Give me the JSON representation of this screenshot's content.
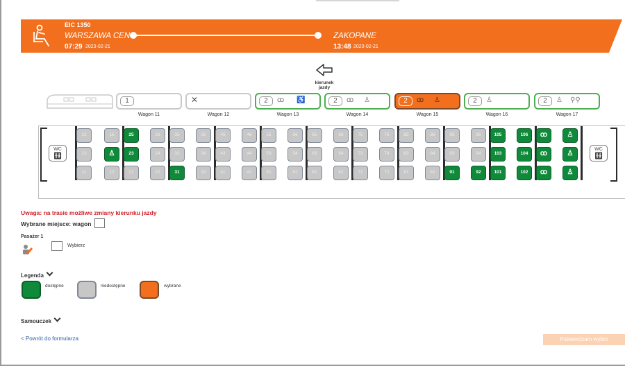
{
  "header": {
    "train_number": "EIC 1350",
    "from_station": "WARSZAWA CEN",
    "to_station": "ZAKOPANE",
    "departure_time": "07:29",
    "departure_date": "2023-02-21",
    "arrival_time": "13:48",
    "arrival_date": "2023-02-21"
  },
  "direction_label_1": "kierunek",
  "direction_label_2": "jazdy",
  "wagons": [
    {
      "label": "Wagon 11",
      "class": "1"
    },
    {
      "label": "Wagon 12",
      "class": ""
    },
    {
      "label": "Wagon 13",
      "class": "2"
    },
    {
      "label": "Wagon 14",
      "class": "2"
    },
    {
      "label": "Wagon 15",
      "class": "2"
    },
    {
      "label": "Wagon 16",
      "class": "2"
    },
    {
      "label": "Wagon 17",
      "class": "2"
    }
  ],
  "wc_label": "WC",
  "seats": {
    "row_top": [
      "15",
      "16",
      "25",
      "26",
      "35",
      "36",
      "45",
      "46",
      "55",
      "56",
      "65",
      "66",
      "75",
      "76",
      "85",
      "86",
      "95",
      "96",
      "105",
      "106"
    ],
    "row_mid": [
      "13",
      "",
      "23",
      "24",
      "33",
      "34",
      "43",
      "44",
      "53",
      "54",
      "63",
      "64",
      "73",
      "74",
      "83",
      "84",
      "93",
      "94",
      "103",
      "104"
    ],
    "row_bot": [
      "11",
      "12",
      "21",
      "22",
      "31",
      "32",
      "41",
      "42",
      "51",
      "52",
      "61",
      "62",
      "71",
      "72",
      "81",
      "82",
      "91",
      "92",
      "101",
      "102"
    ]
  },
  "warning": "Uwaga: na trasie możliwe zmiany kierunku jazdy",
  "chosen_seat_label": "Wybrane miejsce: wagon",
  "passenger_label": "Pasażer 1",
  "pick_label": "Wybierz",
  "legend": {
    "title": "Legenda",
    "available": "dostępne",
    "unavailable": "niedostępne",
    "selected": "wybrane"
  },
  "tutorial_label": "Samouczek",
  "back_link": "< Powrót do formularza",
  "confirm_button": "Potwierdzam wybór",
  "colors": {
    "brand_orange": "#f26f1d",
    "seat_available": "#0f8a3a",
    "seat_unavailable": "#c7c7c7",
    "warning_red": "#d11f2b",
    "link_blue": "#2f5fa6"
  }
}
